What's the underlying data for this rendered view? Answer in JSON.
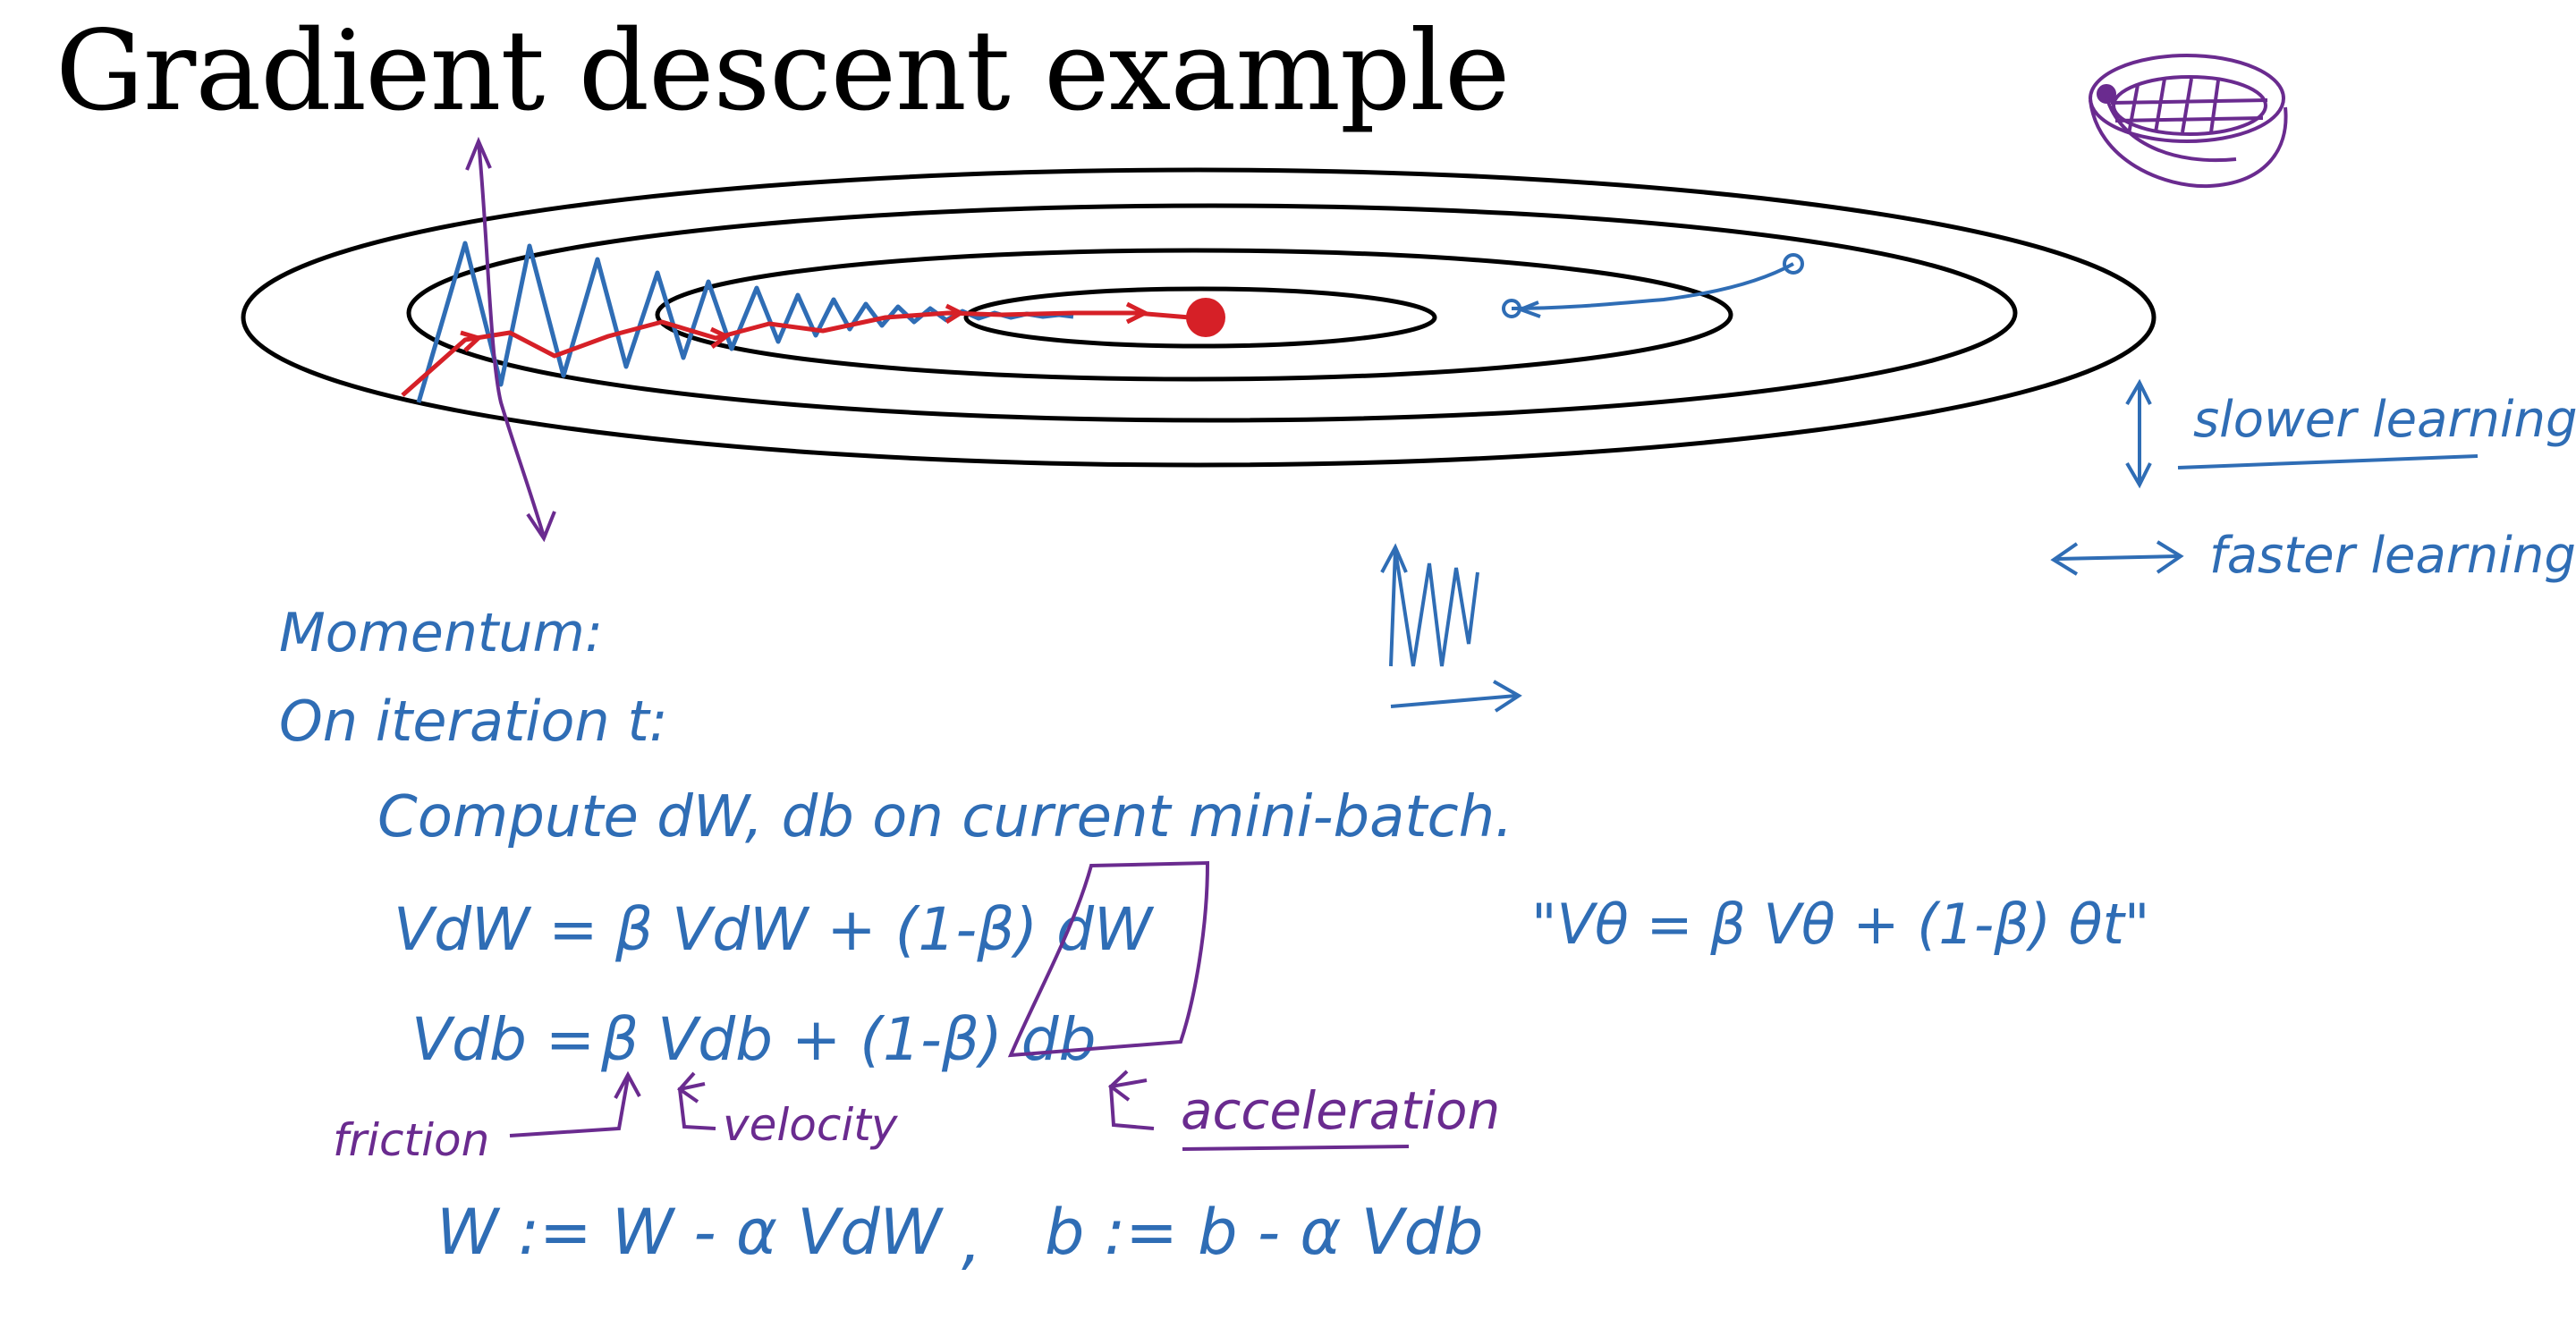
{
  "title": "Gradient descent example",
  "annotations": {
    "slower": "slower learning",
    "faster": "faster learning",
    "momentum": "Momentum:",
    "iteration": "On iteration t:",
    "compute": "Compute dW, db on current mini-batch.",
    "vdw_lhs": "VdW =",
    "vdw_rhs": "β VdW + (1-β) dW",
    "vdb_lhs": "Vdb =",
    "vdb_rhs": "β Vdb + (1-β) db",
    "ewa": "\"Vθ = β Vθ + (1-β) θt\"",
    "friction": "friction",
    "velocity": "velocity",
    "acceleration": "acceleration",
    "update_w": "W := W - α VdW",
    "update_b": "b := b - α Vdb"
  },
  "colors": {
    "ink_blue": "#2f6db5",
    "ink_purple": "#6a2b8f",
    "ink_red": "#d62027",
    "contour": "#000000"
  }
}
